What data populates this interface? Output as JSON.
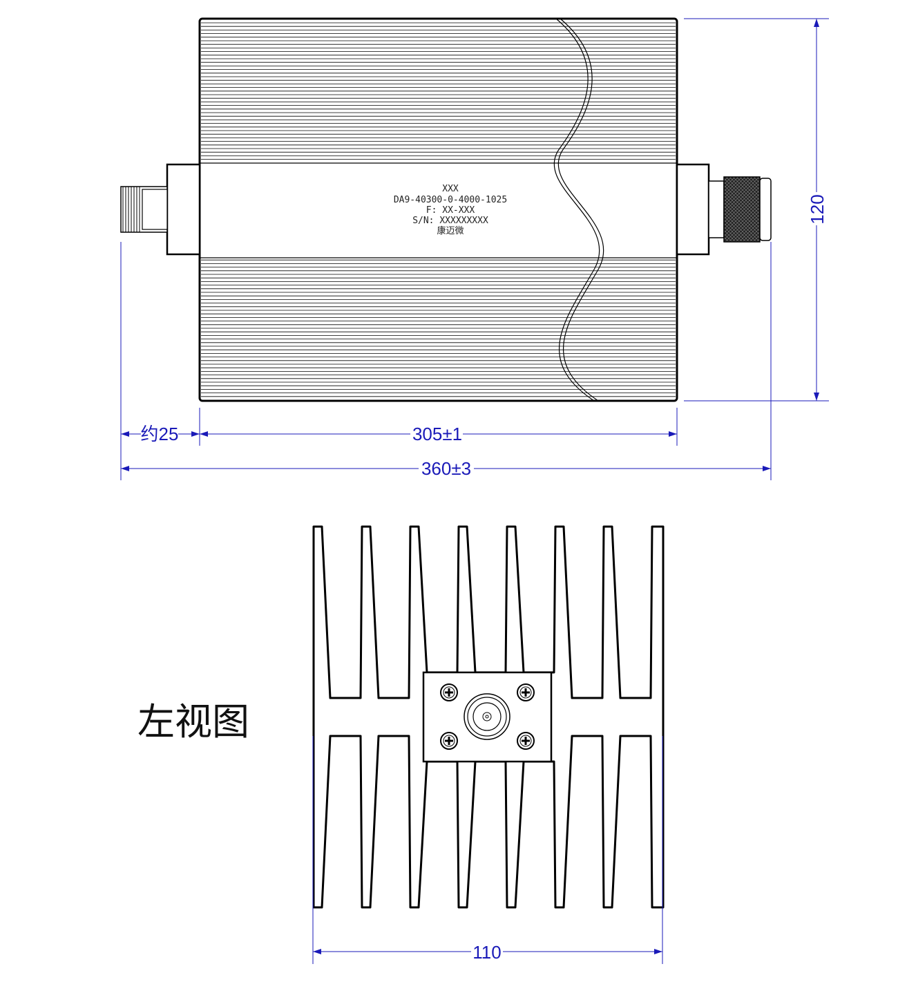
{
  "label": {
    "line1": "XXX",
    "line2": "DA9-40300-0-4000-1025",
    "line3": "F: XX-XXX",
    "line4": "S/N: XXXXXXXXX",
    "line5": "康迈微"
  },
  "dimensions": {
    "height": "120",
    "connector_length": "约25",
    "body_length": "305±1",
    "total_length": "360±3",
    "width": "110"
  },
  "view_title": "左视图",
  "colors": {
    "drawing": "#000000",
    "dimension": "#1a1ab8"
  }
}
